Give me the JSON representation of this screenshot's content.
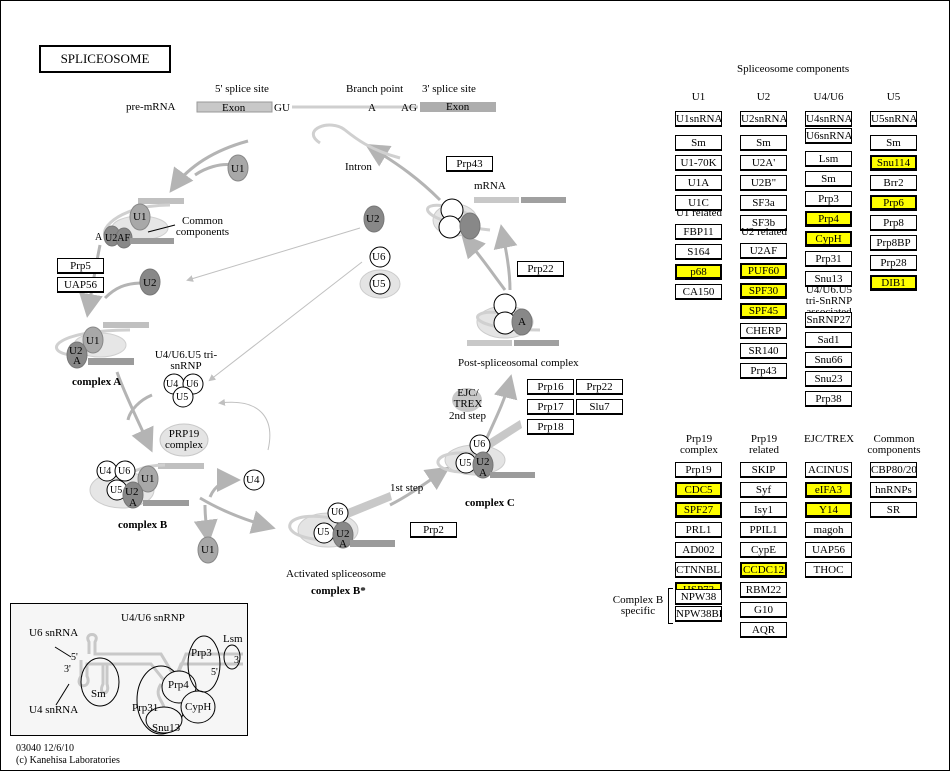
{
  "title": "SPLICEOSOME",
  "pre_mrna": {
    "label": "pre-mRNA",
    "five_prime_site": "5' splice site",
    "branch_point": "Branch point",
    "three_prime_site": "3' splice site",
    "exon_left": "Exon",
    "gu": "GU",
    "a": "A",
    "ag": "AG",
    "exon_right": "Exon"
  },
  "cycle": {
    "intron": "Intron",
    "mrna": "mRNA",
    "common_components": "Common components",
    "u2af": "U2AF",
    "complex_a": "complex A",
    "tri_snrnp": "U4/U6.U5 tri-snRNP",
    "prp19_complex": "PRP19 complex",
    "complex_b": "complex B",
    "activated": "Activated spliceosome",
    "complex_b_star": "complex B*",
    "first_step": "1st step",
    "complex_c": "complex C",
    "ejc_trex": "EJC/ TREX",
    "second_step": "2nd step",
    "post_spliceosomal": "Post-spliceosomal complex",
    "snrnp": {
      "u1": "U1",
      "u2": "U2",
      "u4": "U4",
      "u5": "U5",
      "u6": "U6",
      "a": "A"
    }
  },
  "cycle_genes": {
    "prp5": "Prp5",
    "uap56": "UAP56",
    "prp43": "Prp43",
    "prp22_top": "Prp22",
    "prp2": "Prp2",
    "prp16": "Prp16",
    "prp22": "Prp22",
    "prp17": "Prp17",
    "slu7": "Slu7",
    "prp18": "Prp18"
  },
  "components_title": "Spliceosome components",
  "highlight_color": "#ffff00",
  "columns": {
    "u1": {
      "header": "U1",
      "snrna": [
        {
          "label": "U1snRNA",
          "hl": false
        }
      ],
      "proteins": [
        {
          "label": "Sm",
          "hl": false
        },
        {
          "label": "U1-70K",
          "hl": false
        },
        {
          "label": "U1A",
          "hl": false
        },
        {
          "label": "U1C",
          "hl": false
        }
      ],
      "related_header": "U1 related",
      "related": [
        {
          "label": "FBP11",
          "hl": false
        },
        {
          "label": "S164",
          "hl": false
        },
        {
          "label": "p68",
          "hl": true
        },
        {
          "label": "CA150",
          "hl": false
        }
      ]
    },
    "u2": {
      "header": "U2",
      "snrna": [
        {
          "label": "U2snRNA",
          "hl": false
        }
      ],
      "proteins": [
        {
          "label": "Sm",
          "hl": false
        },
        {
          "label": "U2A'",
          "hl": false
        },
        {
          "label": "U2B\"",
          "hl": false
        },
        {
          "label": "SF3a",
          "hl": false
        },
        {
          "label": "SF3b",
          "hl": false
        }
      ],
      "related_header": "U2 related",
      "related": [
        {
          "label": "U2AF",
          "hl": false
        },
        {
          "label": "PUF60",
          "hl": true
        },
        {
          "label": "SPF30",
          "hl": true
        },
        {
          "label": "SPF45",
          "hl": true
        },
        {
          "label": "CHERP",
          "hl": false
        },
        {
          "label": "SR140",
          "hl": false
        },
        {
          "label": "Prp43",
          "hl": false
        }
      ]
    },
    "u4u6": {
      "header": "U4/U6",
      "snrna": [
        {
          "label": "U4snRNA",
          "hl": false
        },
        {
          "label": "U6snRNA",
          "hl": false
        }
      ],
      "proteins": [
        {
          "label": "Lsm",
          "hl": false
        },
        {
          "label": "Sm",
          "hl": false
        },
        {
          "label": "Prp3",
          "hl": false
        },
        {
          "label": "Prp4",
          "hl": true
        },
        {
          "label": "CypH",
          "hl": true
        },
        {
          "label": "Prp31",
          "hl": false
        },
        {
          "label": "Snu13",
          "hl": false
        }
      ],
      "related_header": "U4/U6.U5 tri-SnRNP associated",
      "related": [
        {
          "label": "SnRNP27",
          "hl": false
        },
        {
          "label": "Sad1",
          "hl": false
        },
        {
          "label": "Snu66",
          "hl": false
        }
      ],
      "extra": [
        {
          "label": "Snu23",
          "hl": false
        },
        {
          "label": "Prp38",
          "hl": false
        }
      ]
    },
    "u5": {
      "header": "U5",
      "snrna": [
        {
          "label": "U5snRNA",
          "hl": false
        }
      ],
      "proteins": [
        {
          "label": "Sm",
          "hl": false
        },
        {
          "label": "Snu114",
          "hl": true
        },
        {
          "label": "Brr2",
          "hl": false
        },
        {
          "label": "Prp6",
          "hl": true
        },
        {
          "label": "Prp8",
          "hl": false
        },
        {
          "label": "Prp8BP",
          "hl": false
        },
        {
          "label": "Prp28",
          "hl": false
        },
        {
          "label": "DIB1",
          "hl": true
        }
      ]
    },
    "prp19_complex": {
      "header": "Prp19 complex",
      "items": [
        {
          "label": "Prp19",
          "hl": false
        },
        {
          "label": "CDC5",
          "hl": true
        },
        {
          "label": "SPF27",
          "hl": true
        },
        {
          "label": "PRL1",
          "hl": false
        },
        {
          "label": "AD002",
          "hl": false
        },
        {
          "label": "CTNNBL1",
          "hl": false
        },
        {
          "label": "HSP73",
          "hl": true
        }
      ],
      "complex_b_label": "Complex B specific",
      "complex_b": [
        {
          "label": "NPW38",
          "hl": false
        },
        {
          "label": "NPW38BP",
          "hl": false
        }
      ]
    },
    "prp19_related": {
      "header": "Prp19 related",
      "items": [
        {
          "label": "SKIP",
          "hl": false
        },
        {
          "label": "Syf",
          "hl": false
        },
        {
          "label": "Isy1",
          "hl": false
        },
        {
          "label": "PPIL1",
          "hl": false
        },
        {
          "label": "CypE",
          "hl": false
        },
        {
          "label": "CCDC12",
          "hl": true
        },
        {
          "label": "RBM22",
          "hl": false
        },
        {
          "label": "G10",
          "hl": false
        },
        {
          "label": "AQR",
          "hl": false
        }
      ]
    },
    "ejc_trex": {
      "header": "EJC/TREX",
      "items": [
        {
          "label": "ACINUS",
          "hl": false
        },
        {
          "label": "eIFA3",
          "hl": true
        },
        {
          "label": "Y14",
          "hl": true
        },
        {
          "label": "magoh",
          "hl": false
        },
        {
          "label": "UAP56",
          "hl": false
        },
        {
          "label": "THOC",
          "hl": false
        }
      ]
    },
    "common": {
      "header": "Common components",
      "items": [
        {
          "label": "CBP80/20",
          "hl": false
        },
        {
          "label": "hnRNPs",
          "hl": false
        },
        {
          "label": "SR",
          "hl": false
        }
      ]
    }
  },
  "inset": {
    "title": "U4/U6 snRNP",
    "u6_label": "U6 snRNA",
    "u4_label": "U4 snRNA",
    "five_prime": "5'",
    "three_prime": "3'",
    "parts": [
      "Sm",
      "Prp3",
      "Lsm",
      "Prp4",
      "CypH",
      "Prp31",
      "Snu13"
    ]
  },
  "footer": {
    "id_date": "03040 12/6/10",
    "copyright": "(c) Kanehisa Laboratories"
  }
}
